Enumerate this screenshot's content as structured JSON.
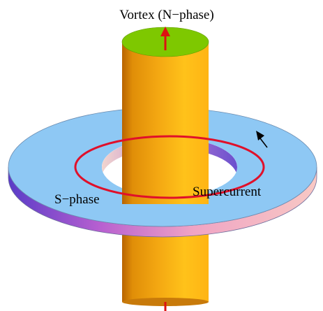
{
  "labels": {
    "vortex": "Vortex (N−phase)",
    "s_phase": "S−phase",
    "supercurrent": "Supercurrent"
  },
  "colors": {
    "cylinder_light": "#ffc21a",
    "cylinder_mid": "#f0a010",
    "cylinder_dark": "#a85a00",
    "cylinder_top": "#7ec800",
    "disk_top": "#8ec8f4",
    "disk_edge_left": "#6a3cc8",
    "disk_edge_right": "#f6b4b8",
    "supercurrent_ring": "#e0102a",
    "arrow_red": "#dd1111",
    "arrow_black": "#000000"
  }
}
